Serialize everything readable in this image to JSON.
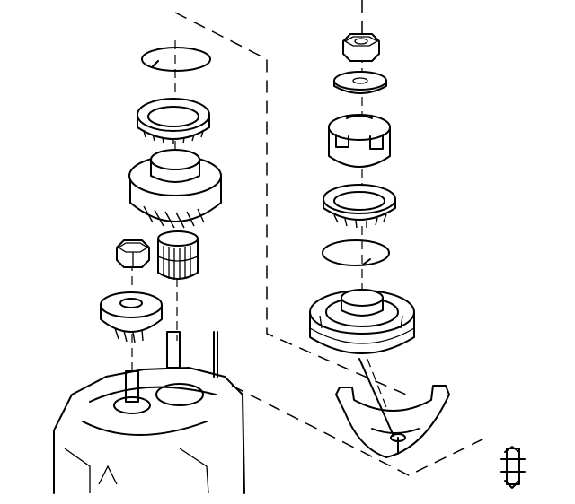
{
  "diagram": {
    "kind": "exploded-assembly",
    "style": "black line art on white",
    "components": [
      "snap-ring-upper-left",
      "synchro-ring-left",
      "helical-gear",
      "hex-nut-left",
      "needle-bearing",
      "small-gear",
      "transmission-case",
      "hex-nut-right",
      "washer",
      "synchro-sleeve",
      "synchro-ring-right",
      "snap-ring-right",
      "synchronizer-hub",
      "shift-fork",
      "retaining-clip"
    ],
    "colors": {
      "ink": "#000000",
      "background": "#ffffff"
    }
  }
}
